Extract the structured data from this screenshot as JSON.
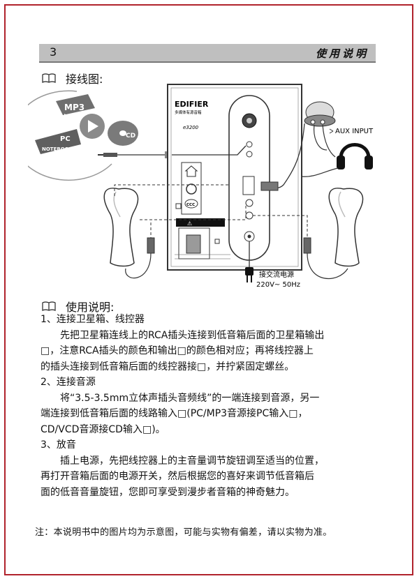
{
  "header": {
    "page_number": "3",
    "title": "使用说明"
  },
  "section_wiring": {
    "heading": "接线图:"
  },
  "diagram": {
    "source_labels": {
      "mp3": "MP3",
      "pc": "PC",
      "notebook": "NOTEBOOK",
      "cd": "CD"
    },
    "brand": "EDIFIER",
    "brand_sub": "多媒体有源音箱",
    "model": "e3200",
    "aux_input": "AUX INPUT",
    "power_label": "接交流电源",
    "power_spec": "220V~ 50Hz",
    "panel_marks": {
      "ccc": "CCC",
      "warning": "⚠"
    }
  },
  "section_usage": {
    "heading": "使用说明:"
  },
  "steps": [
    {
      "title": "1、连接卫星箱、线控器",
      "lines": [
        "先把卫星箱连线上的RCA插头连接到低音箱后面的卫星箱输出",
        "□，注意RCA插头的颜色和输出□的颜色相对应；再将线控器上",
        "的插头连接到低音箱后面的线控器接□，并拧紧固定螺丝。"
      ]
    },
    {
      "title": "2、连接音源",
      "lines": [
        "将“3.5-3.5mm立体声插头音频线”的一端连接到音源，另一",
        "端连接到低音箱后面的线路输入□(PC/MP3音源接PC输入□，",
        "CD/VCD音源接CD输入□)。"
      ]
    },
    {
      "title": "3、放音",
      "lines": [
        "插上电源，先把线控器上的主音量调节旋钮调至适当的位置，",
        "再打开音箱后面的电源开关，然后根据您的喜好来调节低音箱后",
        "面的低音音量旋钮，您即可享受到漫步者音箱的神奇魅力。"
      ]
    }
  ],
  "note": "注：本说明书中的图片均为示意图，可能与实物有偏差，请以实物为准。"
}
